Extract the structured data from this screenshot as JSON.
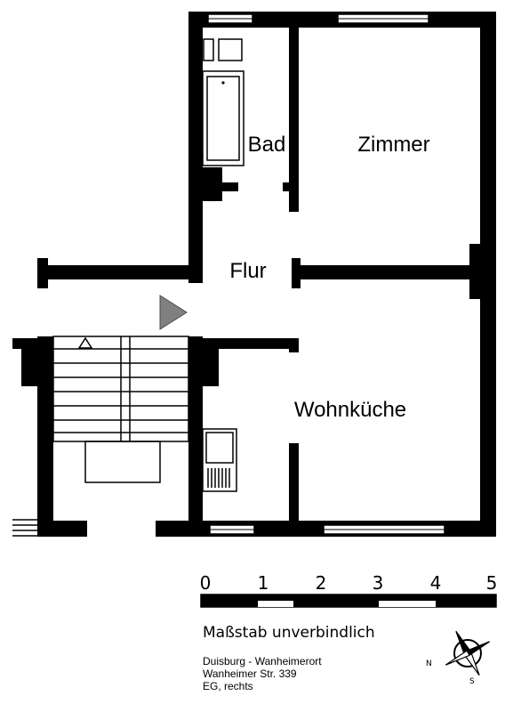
{
  "rooms": {
    "bath": "Bad",
    "room": "Zimmer",
    "hall": "Flur",
    "kitchen_living": "Wohnküche"
  },
  "scale_bar": {
    "ticks": [
      "0",
      "1",
      "2",
      "3",
      "4",
      "5"
    ],
    "disclaimer": "Maßstab unverbindlich"
  },
  "address": {
    "line1": "Duisburg - Wanheimerort",
    "line2": "Wanheimer Str. 339",
    "line3": "EG, rechts"
  },
  "compass": {
    "north": "N",
    "south": "S"
  },
  "colors": {
    "wall": "#000000",
    "background": "#ffffff",
    "entry_marker": "#808080"
  }
}
